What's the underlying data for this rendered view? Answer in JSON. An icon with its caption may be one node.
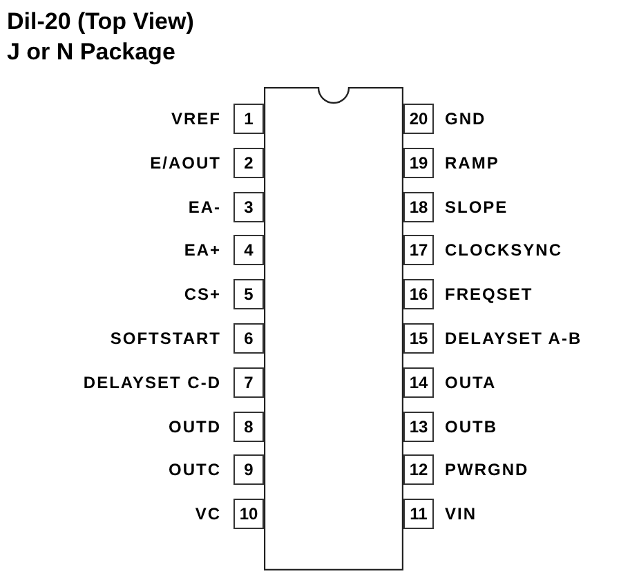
{
  "diagram": {
    "title": "Dil-20 (Top View)",
    "nodes": [
      {
        "text": [],
        "shape": "box"
      },
      {
        "text": [
          "1"
        ],
        "beside": [
          "VREF"
        ]
      },
      {
        "text": [
          "2"
        ],
        "beside": [
          "E/AOUT"
        ]
      },
      {
        "text": [
          "3"
        ],
        "beside": [
          "EA-"
        ]
      },
      {
        "text": [
          "4"
        ],
        "beside": [
          "EA+"
        ]
      },
      {
        "text": [
          "5"
        ],
        "beside": [
          "CS+"
        ]
      },
      {
        "text": [
          "6"
        ],
        "beside": [
          "SOFTSTART"
        ]
      },
      {
        "text": [
          "7"
        ],
        "beside": [
          "DELAYSET C-D"
        ]
      },
      {
        "text": [
          "8"
        ],
        "beside": [
          "OUTD"
        ]
      },
      {
        "text": [
          "9"
        ],
        "beside": [
          "OUTC"
        ]
      },
      {
        "text": [
          "10"
        ],
        "beside": [
          "VC"
        ]
      },
      {
        "text": [
          "11"
        ],
        "beside": [
          "VIN"
        ]
      },
      {
        "text": [
          "12"
        ],
        "beside": [
          "PWRGND"
        ]
      },
      {
        "text": [
          "13"
        ],
        "beside": [
          "OUTB"
        ]
      },
      {
        "text": [
          "14"
        ],
        "beside": [
          "OUTA"
        ]
      },
      {
        "text": [
          "15"
        ],
        "beside": [
          "DELAYSET A-B"
        ]
      },
      {
        "text": [
          "16"
        ],
        "beside": [
          "FREQSET"
        ]
      },
      {
        "text": [
          "17"
        ],
        "beside": [
          "CLOCKSYNC"
        ]
      },
      {
        "text": [
          "18"
        ],
        "beside": [
          "SLOPE"
        ]
      },
      {
        "text": [
          "19"
        ],
        "beside": [
          "RAMP"
        ]
      },
      {
        "text": [
          "20"
        ],
        "beside": [
          "GND"
        ]
      }
    ],
    "labels": [
      "J or N Package"
    ]
  }
}
